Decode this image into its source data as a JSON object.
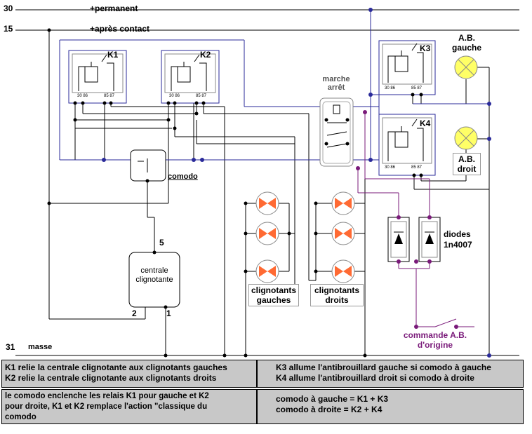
{
  "rails": {
    "r30_num": "30",
    "r30_label": "+permanent",
    "r15_num": "15",
    "r15_label": "+après contact",
    "r31_num": "31",
    "r31_label": "masse"
  },
  "relays": {
    "k1": "K1",
    "k2": "K2",
    "k3": "K3",
    "k4": "K4",
    "pins_left": "30 86",
    "pins_right": "85 87"
  },
  "switch_marche": {
    "line1": "marche",
    "line2": "arrêt"
  },
  "comodo": "comodo",
  "centrale": {
    "line1": "centrale",
    "line2": "clignotante",
    "pin5": "5",
    "pin2": "2",
    "pin1": "1"
  },
  "lamps": {
    "ab_gauche_1": "A.B.",
    "ab_gauche_2": "gauche",
    "ab_droit_1": "A.B.",
    "ab_droit_2": "droit"
  },
  "clignotants": {
    "gauches_1": "clignotants",
    "gauches_2": "gauches",
    "droits_1": "clignotants",
    "droits_2": "droits"
  },
  "diodes": {
    "line1": "diodes",
    "line2": "1n4007"
  },
  "commande": {
    "line1": "commande A.B.",
    "line2": "d'origine"
  },
  "notes": {
    "n1_l1": "K1 relie la centrale clignotante aux clignotants gauches",
    "n1_l2": "K2 relie la centrale clignotante aux clignotants droits",
    "n2_l1": "K3 allume l'antibrouillard gauche si comodo à gauche",
    "n2_l2": "K4 allume l'antibrouillard droit si comodo à droite",
    "n3_l1": "le comodo enclenche les relais K1 pour gauche et K2",
    "n3_l2": "pour droite, K1 et K2 remplace l'action \"classique du",
    "n3_l3": "comodo",
    "n4_l1": "comodo à gauche = K1 + K3",
    "n4_l2": "comodo à droite = K2 + K4"
  },
  "colors": {
    "wire": "#000000",
    "signal": "#2a2a9a",
    "diode": "#7a1a7a",
    "lamp_ab": "#ffff66",
    "lamp_cl": "#ff6a33"
  }
}
